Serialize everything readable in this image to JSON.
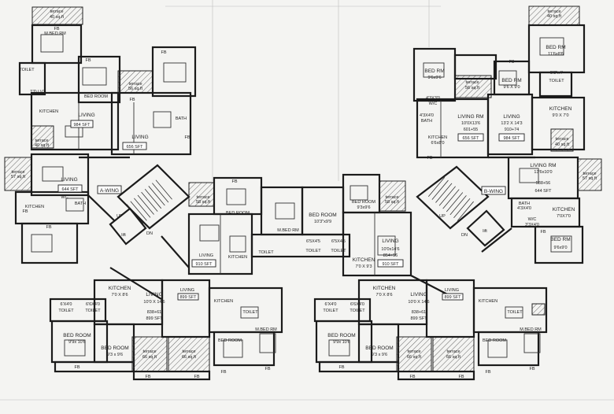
{
  "wings": {
    "a": "A-WING",
    "b": "B-WING"
  },
  "rooms": {
    "tl_terrace": [
      "terrace",
      "40 sq.ft"
    ],
    "tl_fb1": "FB",
    "tl_mbed": "M.BED RM",
    "tl_toilet": "TOILET",
    "tl_toilet_wc": "T'D LVT",
    "tl_fb2": "FB",
    "tl_living": [
      "LIVING",
      "984 SFT"
    ],
    "tl_kitchen": "KITCHEN",
    "tl_bedroom": "BED ROOM",
    "tl_terrace2": [
      "terrace",
      "40 sq.ft"
    ],
    "tl_terrace3": [
      "terrace",
      "56 sq.ft"
    ],
    "tl_fb3": "FB",
    "tl_fb4": "FB",
    "tl_living2": [
      "LIVING",
      "656 SFT"
    ],
    "tl_bath": "BATH",
    "tl_fb5": "FB",
    "l_terrace": [
      "terrace",
      "57 sq.ft"
    ],
    "l_living": [
      "LIVING",
      "644 SFT"
    ],
    "l_kitchen": "KITCHEN",
    "l_wc": "WC",
    "l_bath": "BATH",
    "l_fb": "FB",
    "l_fb2": "FB",
    "c_terrace": [
      "terrace",
      "58 sq.ft"
    ],
    "c_bedroom": "BED ROOM",
    "c_fb": "FB",
    "c_mbed": "M.BED RM",
    "c_bedroom2": [
      "BED ROOM",
      "10'3\"x9'9"
    ],
    "c_bedroom3": [
      "BED ROOM",
      "9'3x9'6"
    ],
    "c_terrace2": [
      "terrace",
      "58 sq.ft"
    ],
    "c_living": [
      "LIVING",
      "910 SFT"
    ],
    "c_toilet1": "TOILET",
    "c_toilet2": "TOILET",
    "c_toilet3": "TOILET",
    "c_toilet_dim1": "6'5X4'5",
    "c_toilet_dim2": "6'5X4'5",
    "c_kitchen": [
      "KITCHEN",
      "7'0 X 9'3"
    ],
    "c_living2": [
      "LIVING",
      "10'0x14'6",
      "854+56",
      "910 SFT"
    ],
    "tr_terrace": [
      "terrace",
      "40 sq.ft"
    ],
    "tr_bedrm": [
      "BED RM",
      "11'6x8'6"
    ],
    "tr_bedrm2": [
      "BED RM",
      "9'6x9'6"
    ],
    "tr_terrace2": [
      "terrace",
      "56 sq.ft"
    ],
    "tr_bedrm3": [
      "BED RM",
      "9'6 X 9'0"
    ],
    "tr_toilet": "TOILET",
    "tr_toilet_dim": "5'8\"x4'",
    "tr_wc": [
      "4'3X3'0",
      "W/C"
    ],
    "tr_bath": [
      "4'3X4'0",
      "BATH"
    ],
    "tr_living": [
      "LIVING RM",
      "10'0X13'6",
      "601+55",
      "656 SFT"
    ],
    "tr_living2": [
      "LIVING",
      "13'2 X 14'3",
      "910+74",
      "984 SFT"
    ],
    "tr_kitchen": [
      "KITCHEN",
      "6'6x8'0"
    ],
    "tr_kitchen2": [
      "KITCHEN",
      "9'0 X 7'0"
    ],
    "tr_terrace3": [
      "terrace",
      "40 sq.ft"
    ],
    "tr_f3": "F3",
    "tr_fb": "FB",
    "r_living": [
      "LIVING RM",
      "13'6x10'0",
      "588+56",
      "644 SFT"
    ],
    "r_terrace": [
      "terrace",
      "57 sq.ft"
    ],
    "r_bath": [
      "BATH",
      "4'3X4'0"
    ],
    "r_wc": [
      "W/C",
      "3'3X4'0"
    ],
    "r_kitchen": [
      "KITCHEN",
      "7'0X7'0"
    ],
    "r_bedrm": [
      "BED RM",
      "9'6x9'0"
    ],
    "r_fb": "FB",
    "bl_kitchen": [
      "KITCHEN",
      "7'0 X 8'6"
    ],
    "bl_living": [
      "LIVING",
      "10'0 X 14'6",
      "838+61",
      "899 SFT"
    ],
    "bl_toilet1": [
      "6'X4'0",
      "TOILET"
    ],
    "bl_toilet2": [
      "6'6X4'0",
      "TOILET"
    ],
    "bl_bedroom": [
      "BED ROOM",
      "9'9x 10'6"
    ],
    "bl_bedroom2": [
      "BED ROOM",
      "9'3 x 9'6"
    ],
    "bl_terrace1": [
      "terrace",
      "66 sq.ft"
    ],
    "bl_terrace2": [
      "terrace",
      "66 sq.ft"
    ],
    "bl_fb1": "FB",
    "bl_fb2": "FB",
    "bl_fb3": "FB",
    "bc_living": [
      "LIVING",
      "899 SFT"
    ],
    "bc_kitchen": "KITCHEN",
    "bc_toilet": "TOILET",
    "bc_bedroom": "BED ROOM",
    "bc_mbed": "M.BED RM",
    "bc_fb": "FB",
    "bc_fb2": "FB",
    "c_living_small": [
      "LIVING",
      "910 SFT"
    ],
    "c_kitchen_small": "KITCHEN",
    "br_kitchen": [
      "KITCHEN",
      "7'0 X 8'6"
    ],
    "br_living": [
      "LIVING",
      "10'0 X 14'6",
      "838+61",
      "899 SFT"
    ],
    "br_toilet1": [
      "6'X4'0",
      "TOILET"
    ],
    "br_toilet2": [
      "6'6X4'0",
      "TOILET"
    ],
    "br_bedroom": [
      "BED ROOM",
      "9'9x 10'6"
    ],
    "br_bedroom2": [
      "BED ROOM",
      "9'3 x 9'6"
    ],
    "br_terrace1": [
      "terrace",
      "66 sq.ft"
    ],
    "br_terrace2": [
      "terrace",
      "66 sq.ft"
    ],
    "br_fb1": "FB",
    "br_fb2": "FB",
    "br_fb3": "FB",
    "brr_living": [
      "LIVING",
      "899 SFT"
    ],
    "brr_kitchen": "KITCHEN",
    "brr_toilet": "TOILET",
    "brr_bedroom": "BED ROOM",
    "brr_mbed": "M.BED RM",
    "brr_fb": "FB",
    "brr_fb2": "FB"
  },
  "core": {
    "lift_left": "lift",
    "lift_right": "lift",
    "up_left": "UP",
    "dn_left": "DN",
    "up_right": "UP",
    "dn_right": "DN"
  }
}
